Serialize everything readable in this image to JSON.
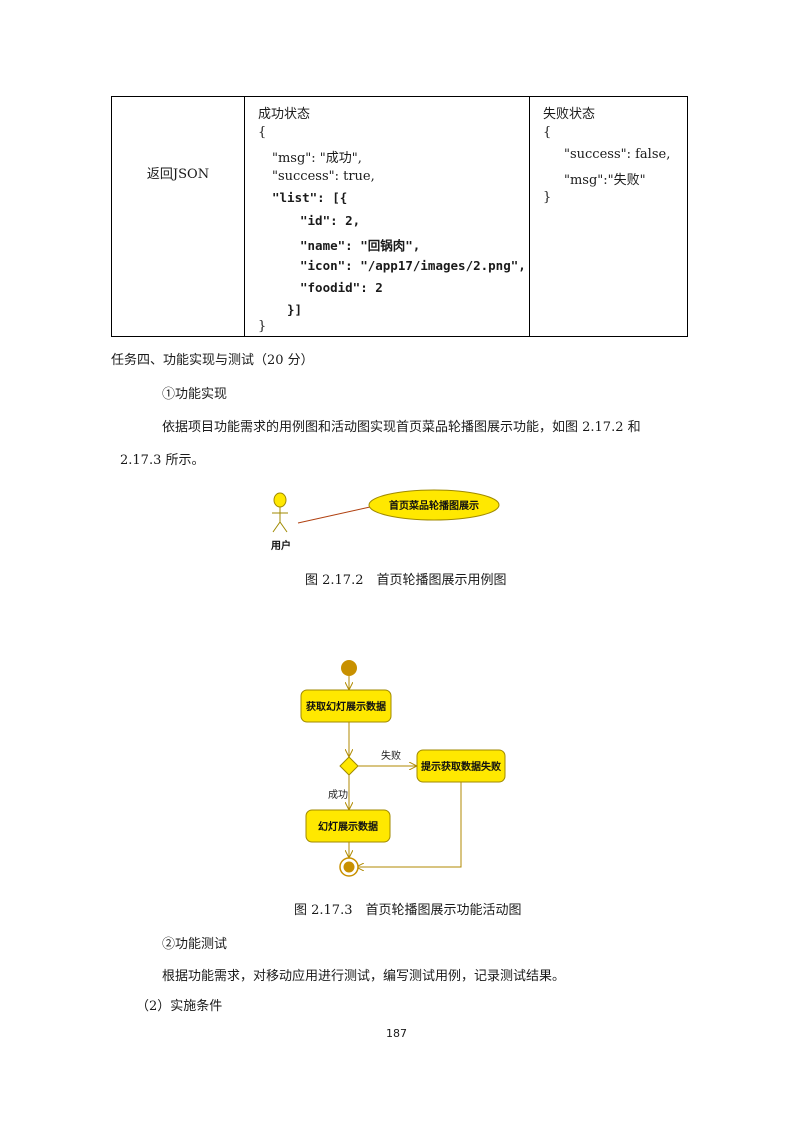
{
  "table": {
    "label": "返回JSON",
    "success_lines": [
      "成功状态",
      "{",
      "\"msg\": \"成功\",",
      "\"success\": true,",
      "\"list\": [{",
      "\"id\": 2,",
      "\"name\": \"回锅肉\",",
      "\"icon\": \"/app17/images/2.png\",",
      "\"foodid\": 2",
      "}]",
      "}"
    ],
    "fail_lines": [
      "失败状态",
      "{",
      "\"success\": false,",
      "\"msg\":\"失败\"",
      "}"
    ]
  },
  "task_heading": "任务四、功能实现与测试（20 分）",
  "sub1": "①功能实现",
  "para1_line1": "依据项目功能需求的用例图和活动图实现首页菜品轮播图展示功能，如图 2.17.2 和",
  "para1_line2": "2.17.3 所示。",
  "usecase": {
    "actor": "用户",
    "case": "首页菜品轮播图展示"
  },
  "caption1": "图 2.17.2　首页轮播图展示用例图",
  "activity": {
    "step1": "获取幻灯展示数据",
    "fail_label": "失败",
    "fail_box": "提示获取数据失败",
    "success_label": "成功",
    "success_box": "幻灯展示数据"
  },
  "caption2": "图 2.17.3　首页轮播图展示功能活动图",
  "sub2": "②功能测试",
  "para2": "根据功能需求，对移动应用进行测试，编写测试用例，记录测试结果。",
  "section": "（2）实施条件",
  "page_number": "187"
}
